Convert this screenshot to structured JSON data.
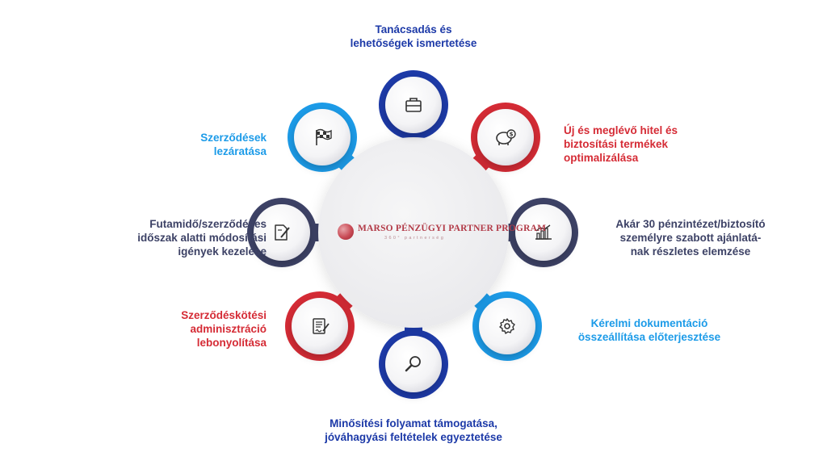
{
  "logo": {
    "name": "MARSO PÉNZÜGYI PARTNER PROGRAM",
    "tagline": "360° partnerség"
  },
  "colors": {
    "dark_blue": "#1d3aa8",
    "red": "#d52b35",
    "navy": "#3d4266",
    "light_blue": "#1c9be8"
  },
  "steps": [
    {
      "position": "top",
      "color": "dark_blue",
      "icon": "briefcase-icon",
      "lines": [
        "Tanácsadás és",
        "lehetőségek ismertetése"
      ]
    },
    {
      "position": "top-right",
      "color": "red",
      "icon": "piggy-bank-icon",
      "lines": [
        "Új és meglévő hitel és",
        "biztosítási termékek",
        "optimalizálása"
      ]
    },
    {
      "position": "right",
      "color": "navy",
      "icon": "bar-chart-icon",
      "lines": [
        "Akár 30 pénzintézet/biztosító",
        "személyre szabott ajánlatá-",
        "nak részletes elemzése"
      ]
    },
    {
      "position": "bottom-right",
      "color": "light_blue",
      "icon": "gear-icon",
      "lines": [
        "Kérelmi dokumentáció",
        "összeállítása előterjesztése"
      ]
    },
    {
      "position": "bottom",
      "color": "dark_blue",
      "icon": "magnifier-icon",
      "lines": [
        "Minősítési folyamat támogatása,",
        "jóváhagyási feltételek egyeztetése"
      ]
    },
    {
      "position": "bottom-left",
      "color": "red",
      "icon": "signed-document-icon",
      "lines": [
        "Szerződéskötési",
        "adminisztráció",
        "lebonyolítása"
      ]
    },
    {
      "position": "left",
      "color": "navy",
      "icon": "edit-document-icon",
      "lines": [
        "Futamidő/szerződéses",
        "időszak alatti módosítási",
        "igények kezelése"
      ]
    },
    {
      "position": "top-left",
      "color": "light_blue",
      "icon": "checkered-flag-icon",
      "lines": [
        "Szerződések",
        "lezáratása"
      ]
    }
  ]
}
